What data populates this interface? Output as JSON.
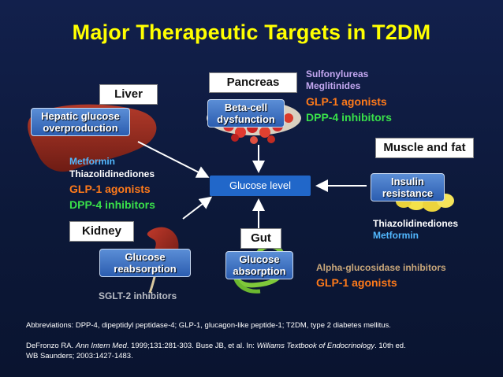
{
  "title": "Major Therapeutic Targets in T2DM",
  "center": "Glucose level",
  "organs": {
    "liver": "Liver",
    "pancreas": "Pancreas",
    "muscle": "Muscle and fat",
    "kidney": "Kidney",
    "gut": "Gut"
  },
  "defects": {
    "hepatic": [
      "Hepatic glucose",
      "overproduction"
    ],
    "betacell": [
      "Beta-cell",
      "dysfunction"
    ],
    "insulin": [
      "Insulin",
      "resistance"
    ],
    "reabsorption": [
      "Glucose",
      "reabsorption"
    ],
    "absorption": [
      "Glucose",
      "absorption"
    ]
  },
  "drugs": {
    "pancreas": [
      "Sulfonylureas",
      "Meglitinides",
      "GLP-1 agonists",
      "DPP-4 inhibitors"
    ],
    "liver": [
      "Metformin",
      "Thiazolidinediones",
      "GLP-1 agonists",
      "DPP-4 inhibitors"
    ],
    "muscle": [
      "Thiazolidinediones",
      "Metformin"
    ],
    "kidney": [
      "SGLT-2 inhibitors"
    ],
    "gut": [
      "Alpha-glucosidase inhibitors",
      "GLP-1 agonists"
    ]
  },
  "footer": {
    "abbreviations": "Abbreviations: DPP-4, dipeptidyl peptidase-4; GLP-1, glucagon-like peptide-1; T2DM, type 2 diabetes mellitus.",
    "ref1a": "DeFronzo RA. ",
    "ref1b": "Ann Intern Med",
    "ref1c": ". 1999;131:281-303. Buse JB, et al. In: ",
    "ref1d": "Williams Textbook of Endocrinology",
    "ref1e": ". 10th ed.",
    "ref2": "WB Saunders; 2003:1427-1483."
  },
  "colors": {
    "title": "#ffff00",
    "background": "#0d1a3f",
    "pill": "#2b5db0",
    "glp1": "#ff7a1a",
    "dpp4": "#39e04a",
    "metformin": "#52b8ff"
  }
}
